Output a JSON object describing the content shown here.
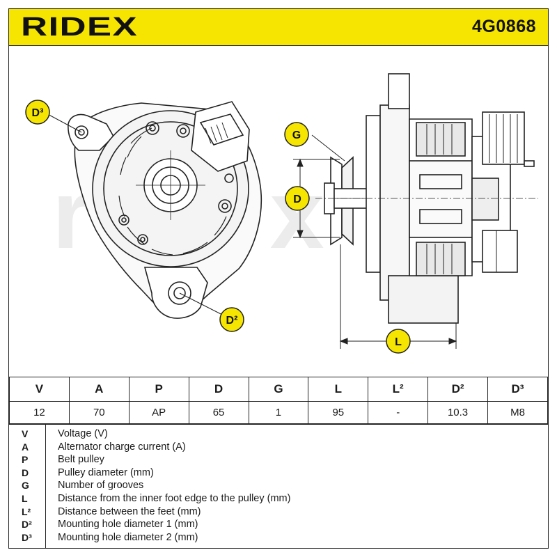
{
  "brand": "RIDEX",
  "part_number": "4G0868",
  "watermark": "ridex",
  "badges": {
    "d3": "D³",
    "d2": "D²",
    "g": "G",
    "d": "D",
    "l": "L"
  },
  "spec_table": {
    "headers": [
      "V",
      "A",
      "P",
      "D",
      "G",
      "L",
      "L²",
      "D²",
      "D³"
    ],
    "values": [
      "12",
      "70",
      "AP",
      "65",
      "1",
      "95",
      "-",
      "10.3",
      "M8"
    ]
  },
  "legend": [
    {
      "sym": "V",
      "desc": "Voltage (V)"
    },
    {
      "sym": "A",
      "desc": "Alternator charge current (A)"
    },
    {
      "sym": "P",
      "desc": "Belt pulley"
    },
    {
      "sym": "D",
      "desc": "Pulley diameter (mm)"
    },
    {
      "sym": "G",
      "desc": "Number of grooves"
    },
    {
      "sym": "L",
      "desc": "Distance from the inner foot edge to the pulley (mm)"
    },
    {
      "sym": "L²",
      "desc": "Distance between the feet (mm)"
    },
    {
      "sym": "D²",
      "desc": "Mounting hole diameter 1 (mm)"
    },
    {
      "sym": "D³",
      "desc": "Mounting hole diameter 2 (mm)"
    }
  ],
  "colors": {
    "accent": "#f6e500",
    "ink": "#1a1a1a",
    "badge": "#f6e500",
    "watermark": "#e9e9e9"
  }
}
